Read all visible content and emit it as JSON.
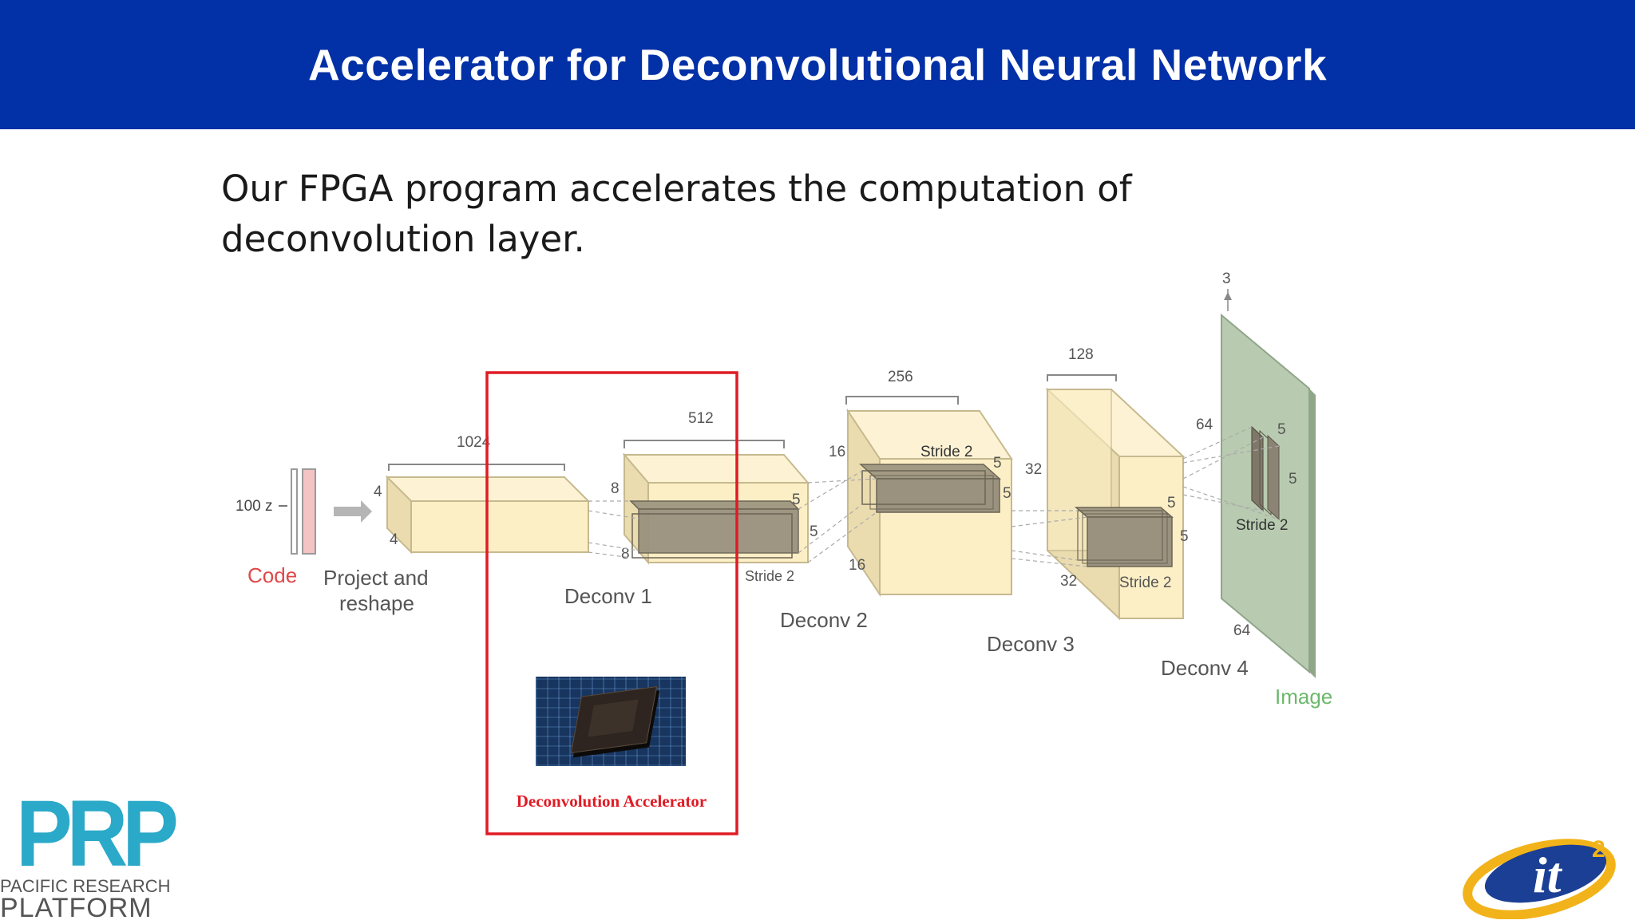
{
  "header": {
    "title": "Accelerator for Deconvolutional Neural Network",
    "background": "#0230a6"
  },
  "subtitle": "Our FPGA program accelerates the computation of deconvolution layer.",
  "diagram": {
    "code_label": "Code",
    "input_label": "100 z",
    "project_label_line1": "Project and",
    "project_label_line2": "reshape",
    "block0": {
      "width": "1024",
      "h": "4",
      "d": "4"
    },
    "deconv1": {
      "label": "Deconv 1",
      "width": "512",
      "h": "8",
      "d": "8",
      "k1": "5",
      "k2": "5",
      "stride": "Stride 2"
    },
    "deconv2": {
      "label": "Deconv 2",
      "width": "256",
      "h": "16",
      "d": "16",
      "k1": "5",
      "k2": "5",
      "stride": "Stride 2"
    },
    "deconv3": {
      "label": "Deconv 3",
      "width": "128",
      "h": "32",
      "d": "32",
      "k1": "5",
      "k2": "5",
      "stride": "Stride 2"
    },
    "deconv4": {
      "label": "Deconv 4",
      "width": "3",
      "h": "64",
      "d": "64",
      "k1": "5",
      "k2": "5",
      "stride": "Stride 2"
    },
    "image_label": "Image",
    "accelerator_label": "Deconvolution Accelerator",
    "colors": {
      "block": "#fcefc6",
      "kernel": "#8b8474",
      "image": "#a9c0a0",
      "highlight": "#e01b24",
      "code": "#e04848",
      "image_text": "#6cb86c"
    }
  },
  "logos": {
    "prp_big": "PRP",
    "prp_line1": "PACIFIC RESEARCH",
    "prp_line2": "PLATFORM",
    "it2_text": "it",
    "it2_sup": "2"
  }
}
